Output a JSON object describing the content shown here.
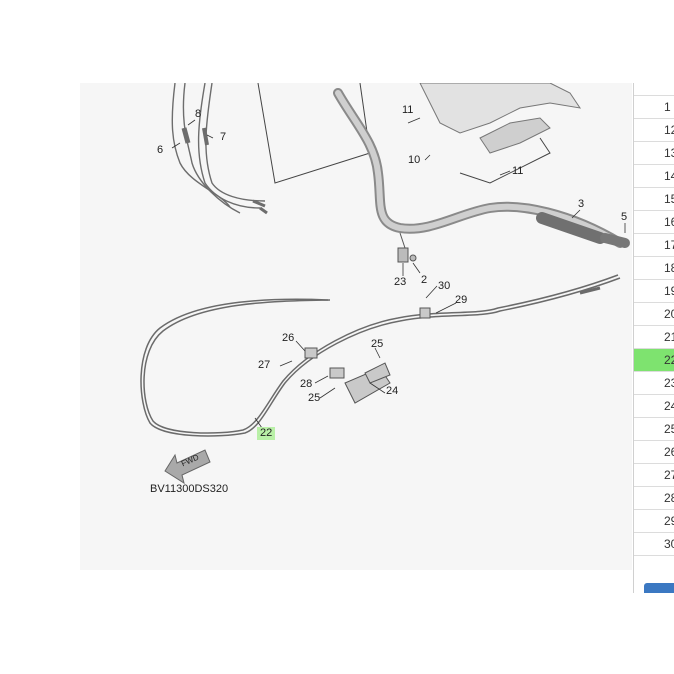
{
  "diagram": {
    "code": "BV11300DS320",
    "fwd_label": "FWD",
    "callouts": [
      "8",
      "7",
      "6",
      "11",
      "10",
      "11",
      "3",
      "5",
      "2",
      "23",
      "30",
      "29",
      "26",
      "25",
      "27",
      "28",
      "24",
      "25",
      "22"
    ],
    "highlighted_callout": "22"
  },
  "parts_table": {
    "rows": [
      "1",
      "12",
      "13",
      "14",
      "15",
      "16",
      "17",
      "18",
      "19",
      "20",
      "21",
      "22",
      "23",
      "24",
      "25",
      "26",
      "27",
      "28",
      "29",
      "30"
    ],
    "selected_row": "22"
  },
  "colors": {
    "highlight": "#b9f0a7",
    "selected_row": "#7ee36f",
    "button": "#3b78c2"
  }
}
